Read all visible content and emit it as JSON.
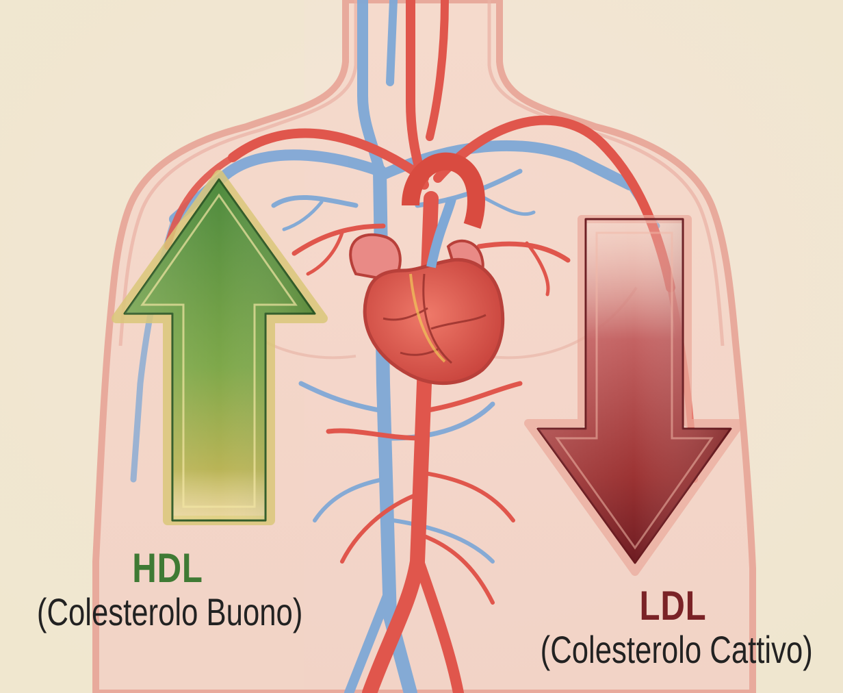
{
  "hdl": {
    "title": "HDL",
    "subtitle": "(Colesterolo Buono)",
    "color": "#3f7a34"
  },
  "ldl": {
    "title": "LDL",
    "subtitle": "(Colesterolo Cattivo)",
    "color": "#7a2226"
  },
  "colors": {
    "background": "#f3ecd8",
    "skin": "#f4d4c6",
    "body_outline": "#e9a59a",
    "artery": "#e0564c",
    "vein": "#7fa8d6",
    "heart": "#e2574a",
    "hdl_arrow": "#6e9b43",
    "ldl_arrow": "#9c3a3a"
  },
  "icons": {
    "hdl_arrow": "arrow-up-icon",
    "ldl_arrow": "arrow-down-icon"
  }
}
